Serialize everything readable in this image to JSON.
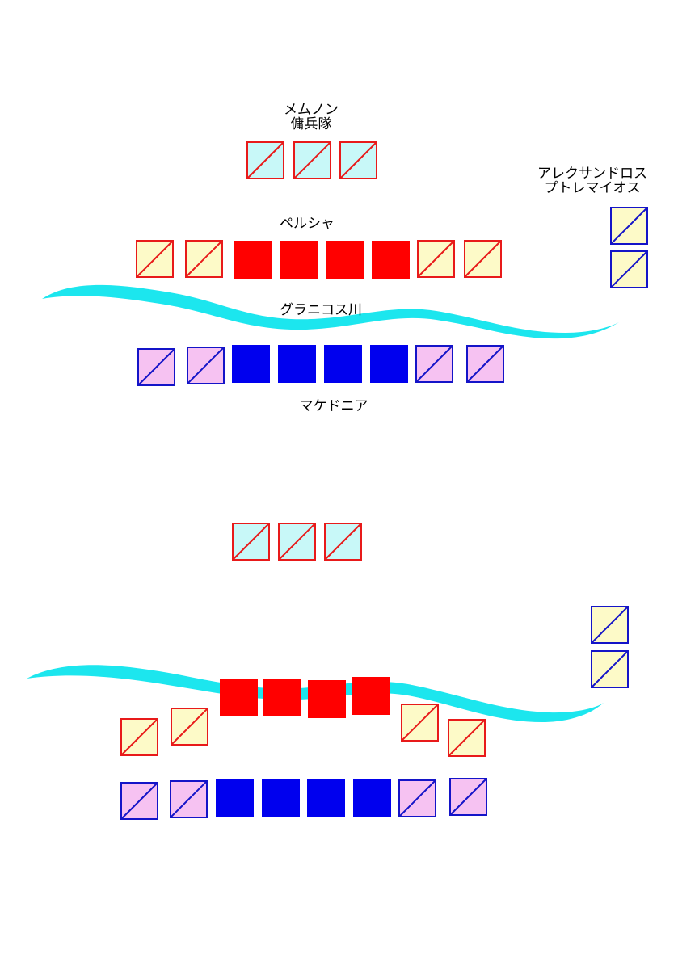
{
  "labels": {
    "memnon": "メムノン",
    "mercenaries": "傭兵隊",
    "persia": "ペルシャ",
    "river": "グラニコス川",
    "macedonia": "マケドニア",
    "alexander": "アレクサンドロス",
    "ptolemy": "プトレマイオス"
  },
  "colors": {
    "river": "#1ce6ee",
    "persia_outline": "#e81a1a",
    "persia_solid": "#ff0000",
    "macedonia_outline": "#1414c8",
    "macedonia_solid": "#0000ee",
    "mercenary_fill": "#c8f8f8",
    "cavalry_fill": "#fdfac8",
    "macedonia_light_fill": "#f6c2f2"
  },
  "units": {
    "mercenary": "Persian mercenary infantry (red outline, cyan fill, diagonal)",
    "persian_cavalry": "Persian cavalry (red outline, cream fill, diagonal)",
    "persian_solid": "Persian main line (solid red)",
    "macedonian_light": "Macedonian flank units (blue outline, pink fill, diagonal)",
    "macedonian_solid": "Macedonian main line (solid blue)",
    "macedonian_reserve": "Alexander / Ptolemy detachment (blue outline, cream fill, diagonal)"
  }
}
